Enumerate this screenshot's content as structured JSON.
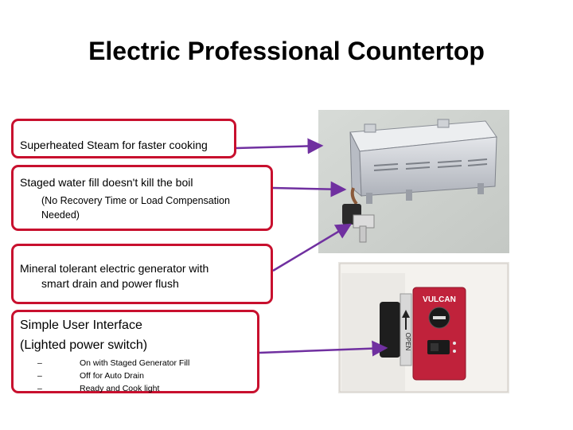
{
  "slide": {
    "title": "Electric Professional Countertop"
  },
  "callouts": {
    "steam": {
      "text": "Superheated Steam for faster cooking"
    },
    "water": {
      "text": "Staged water fill doesn't kill the boil",
      "sub": "(No Recovery Time or Load Compensation Needed)"
    },
    "generator": {
      "line1": "Mineral tolerant electric generator with",
      "line2": "smart drain and power flush"
    },
    "ui": {
      "line1": "Simple User Interface",
      "line2": "(Lighted power switch)",
      "bullets": [
        {
          "dash": "–",
          "text": "On with Staged Generator Fill"
        },
        {
          "dash": "–",
          "text": "Off for Auto Drain"
        },
        {
          "dash": "–",
          "text": "Ready and Cook light"
        }
      ]
    }
  },
  "images": {
    "control_panel": {
      "brand": "VULCAN",
      "button_text": "OPEN"
    }
  },
  "colors": {
    "callout_border": "#c8102e",
    "arrow": "#7030a0",
    "panel_red": "#c0223b"
  }
}
